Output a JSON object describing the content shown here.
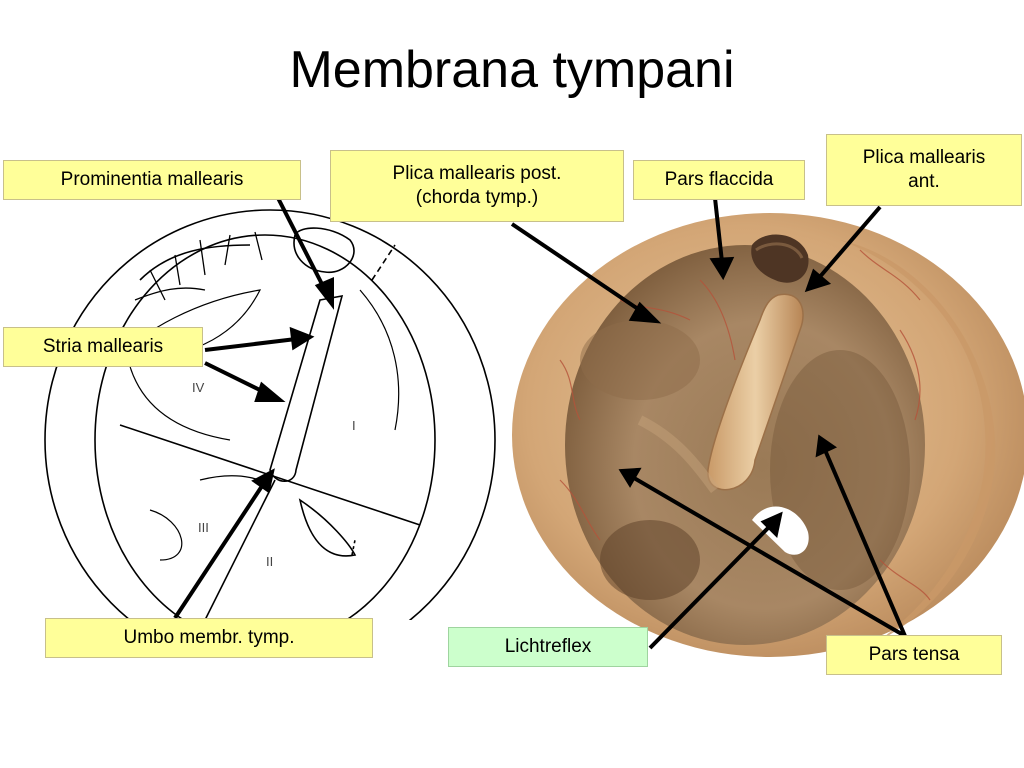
{
  "title": "Membrana tympani",
  "labels": {
    "prominentia": "Prominentia mallearis",
    "plica_post_line1": "Plica mallearis post.",
    "plica_post_line2": "(chorda tymp.)",
    "pars_flaccida": "Pars flaccida",
    "plica_ant_line1": "Plica mallearis",
    "plica_ant_line2": "ant.",
    "stria": "Stria mallearis",
    "umbo": "Umbo membr. tymp.",
    "lichtreflex": "Lichtreflex",
    "pars_tensa": "Pars tensa"
  },
  "quadrants": [
    "I",
    "II",
    "III",
    "IV"
  ],
  "colors": {
    "label_yellow": "#ffff99",
    "label_green": "#ccffcc",
    "drum_skin": "#d2a878",
    "drum_dark": "#8f6a45"
  }
}
